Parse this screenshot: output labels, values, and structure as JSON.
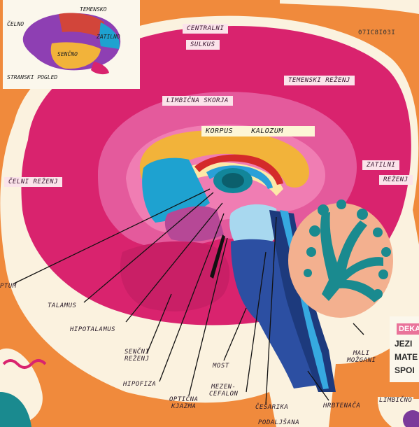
{
  "inset": {
    "top": "TEMENSKO",
    "front": "ČELNO",
    "back": "ZATILNO",
    "side": "SENČNO",
    "caption": "STRANSKI POGLED"
  },
  "tags": {
    "central_1": "CENTRALNI",
    "central_2": "SULKUS",
    "parietal": "TEMENSKI REŽENJ",
    "limbic_cortex": "LIMBIČNA SKORJA",
    "corpus": "KORPUS",
    "callosum": "KALOZUM",
    "occipital_1": "ZATILNI",
    "occipital_2": "REŽENJ",
    "frontal": "ČELNI REŽENJ"
  },
  "labels": {
    "septum": "PTUM",
    "thalamus": "TALAMUS",
    "hypothalamus": "HIPOTALAMUS",
    "temporal": "SENČNI\nREŽENJ",
    "pituitary": "HIPOFIZA",
    "chiasm": "OPTIČNA\nKJAZMA",
    "pons": "MOST",
    "midbrain": "MEZEN-\nCEFALON",
    "medulla": "ČEŠARIKA",
    "spinal": "HRBTENAČA",
    "cerebellum": "MALI\nMOŽGANI",
    "bottom": "PODALJŠANA",
    "limbic_corner": "LIMBIČNO"
  },
  "side_panel": {
    "head": "DEKA",
    "line1": "JEZI",
    "line2": "MATE",
    "line3": "SPOI"
  },
  "numbers": "07IC8I03I",
  "colors": {
    "background": "#f08a3c",
    "cortex": "#d9236e",
    "limbic": "#e45a9c",
    "corpus": "#f2b33a",
    "thalamus": "#12869a",
    "brainstem": "#2c4fa2",
    "cerebellum": "#1a8a8f",
    "cerebellum_bg": "#f3b08f"
  }
}
